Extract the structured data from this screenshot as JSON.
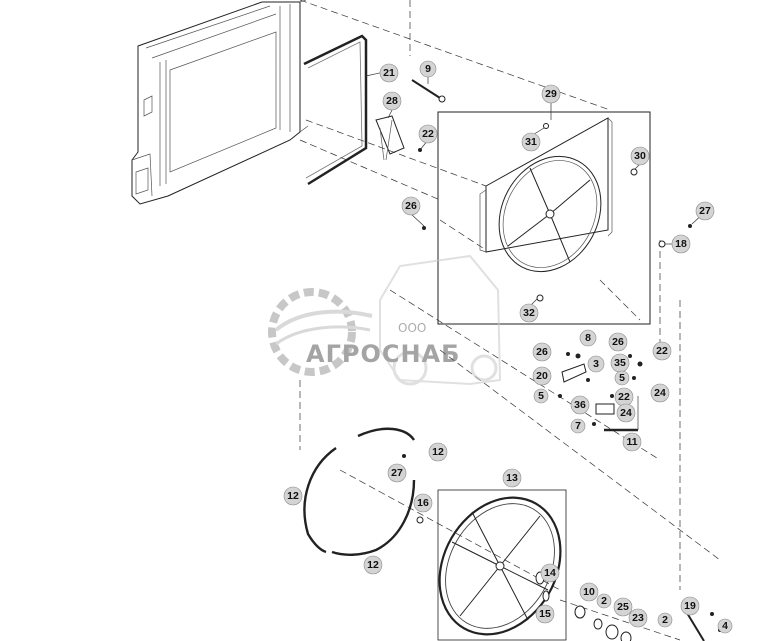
{
  "watermark": {
    "company_prefix": "ООО",
    "company_name": "АГРОСНАБ"
  },
  "callouts": [
    {
      "id": "c21",
      "label": "21"
    },
    {
      "id": "c9",
      "label": "9"
    },
    {
      "id": "c28",
      "label": "28"
    },
    {
      "id": "c22a",
      "label": "22"
    },
    {
      "id": "c29",
      "label": "29"
    },
    {
      "id": "c31",
      "label": "31"
    },
    {
      "id": "c30",
      "label": "30"
    },
    {
      "id": "c26a",
      "label": "26"
    },
    {
      "id": "c27a",
      "label": "27"
    },
    {
      "id": "c18",
      "label": "18"
    },
    {
      "id": "c32",
      "label": "32"
    },
    {
      "id": "c8",
      "label": "8"
    },
    {
      "id": "c26b",
      "label": "26"
    },
    {
      "id": "c26c",
      "label": "26"
    },
    {
      "id": "c22b",
      "label": "22"
    },
    {
      "id": "c3",
      "label": "3"
    },
    {
      "id": "c35",
      "label": "35"
    },
    {
      "id": "c20",
      "label": "20"
    },
    {
      "id": "c5a",
      "label": "5"
    },
    {
      "id": "c5b",
      "label": "5"
    },
    {
      "id": "c24a",
      "label": "24"
    },
    {
      "id": "c22c",
      "label": "22"
    },
    {
      "id": "c36",
      "label": "36"
    },
    {
      "id": "c24b",
      "label": "24"
    },
    {
      "id": "c7",
      "label": "7"
    },
    {
      "id": "c11",
      "label": "11"
    },
    {
      "id": "c12a",
      "label": "12"
    },
    {
      "id": "c27b",
      "label": "27"
    },
    {
      "id": "c12b",
      "label": "12"
    },
    {
      "id": "c16",
      "label": "16"
    },
    {
      "id": "c12c",
      "label": "12"
    },
    {
      "id": "c13",
      "label": "13"
    },
    {
      "id": "c14",
      "label": "14"
    },
    {
      "id": "c10",
      "label": "10"
    },
    {
      "id": "c2a",
      "label": "2"
    },
    {
      "id": "c15",
      "label": "15"
    },
    {
      "id": "c25",
      "label": "25"
    },
    {
      "id": "c23",
      "label": "23"
    },
    {
      "id": "c19",
      "label": "19"
    },
    {
      "id": "c2b",
      "label": "2"
    },
    {
      "id": "c4",
      "label": "4"
    }
  ]
}
